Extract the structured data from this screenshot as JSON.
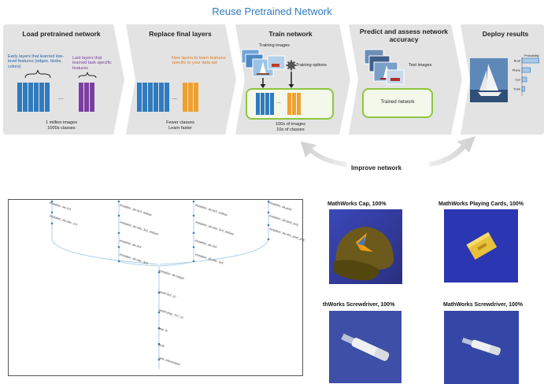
{
  "workflow": {
    "title": "Reuse Pretrained Network",
    "stages": [
      {
        "title": "Load pretrained network"
      },
      {
        "title": "Replace final layers"
      },
      {
        "title": "Train network"
      },
      {
        "title": "Predict and assess network accuracy"
      },
      {
        "title": "Deploy results"
      }
    ],
    "load": {
      "early_text": "Early layers that learned low-level features (edges, blobs, colors)",
      "last_text": "Last layers that learned task specific features",
      "ellipsis": "...",
      "caption_line1": "1 million images",
      "caption_line2": "1000s classes"
    },
    "replace": {
      "new_text": "New layers to learn features specific to your data set",
      "ellipsis": "...",
      "caption_line1": "Fewer classes",
      "caption_line2": "Learn faster"
    },
    "train": {
      "training_images": "Training images",
      "training_options": "Training options",
      "ellipsis": "...",
      "caption_line1": "100s of images",
      "caption_line2": "10s of classes"
    },
    "predict": {
      "test_images": "Test images",
      "trained_network": "Trained network"
    },
    "deploy": {
      "probability": "Probability",
      "labels": [
        "Boat",
        "Plane",
        "Car",
        "Train"
      ],
      "values": [
        0.9,
        0.45,
        0.25,
        0.15
      ]
    },
    "improve_label": "Improve network",
    "colors": {
      "blue": "#2f7bbf",
      "orange": "#f0a030",
      "purple": "#7a3fa0",
      "green": "#8cc63f"
    }
  },
  "graph": {
    "labels": [
      "inception_4a-1x1",
      "inception_4a-relu_1x1",
      "inception_4a-3x3_reduce",
      "inception_4a-relu_3x3_reduce",
      "inception_4a-3x3",
      "inception_4a-relu_3x3",
      "inception_4a-5x5_reduce",
      "inception_4a-relu_5x5_reduce",
      "inception_4a-5x5",
      "inception_4a-relu_5x5",
      "inception_4a-pool",
      "inception_4a-pool_proj",
      "inception_4a-relu_pool_proj",
      "inception_4a-output",
      "pool4-3x3_s2",
      "pool5-drop_7x7_s1",
      "new_fc",
      "prob",
      "new_classoutput"
    ]
  },
  "predictions": [
    {
      "title": "MathWorks Cap, 100%"
    },
    {
      "title": "MathWorks Playing Cards, 100%"
    },
    {
      "title": "thWorks Screwdriver, 100%"
    },
    {
      "title": "MathWorks Screwdriver, 100%"
    }
  ]
}
